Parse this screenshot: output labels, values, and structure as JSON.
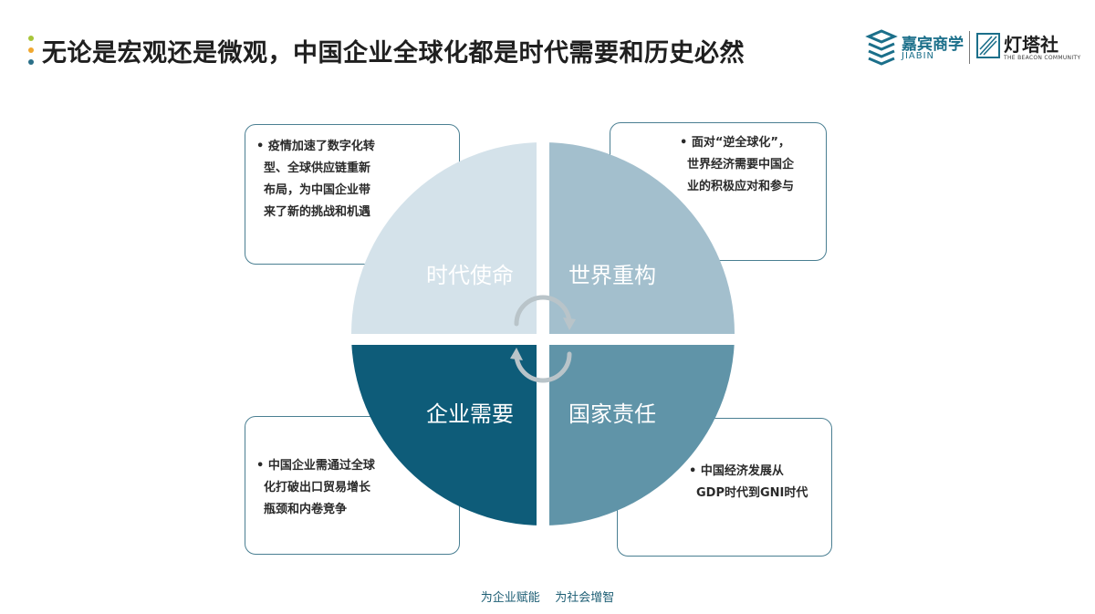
{
  "header": {
    "title": "无论是宏观还是微观，中国企业全球化都是时代需要和历史必然",
    "logo_jiabin_cn": "嘉宾商学",
    "logo_jiabin_en": "JIABIN",
    "logo_beacon_cn": "灯塔社",
    "logo_beacon_en": "THE BEACON COMMUNITY"
  },
  "quadrants": [
    {
      "label": "时代使命",
      "color": "#d4e2ea",
      "text_color": "#ffffff"
    },
    {
      "label": "世界重构",
      "color": "#a3bfcd",
      "text_color": "#ffffff"
    },
    {
      "label": "企业需要",
      "color": "#0e5c79",
      "text_color": "#ffffff"
    },
    {
      "label": "国家责任",
      "color": "#6094a8",
      "text_color": "#ffffff"
    }
  ],
  "callouts": {
    "top_left": [
      "• 疫情加速了数字化转",
      "型、全球供应链重新",
      "布局，为中国企业带",
      "来了新的挑战和机遇"
    ],
    "top_right": [
      "• 面对“逆全球化”，",
      "世界经济需要中国企",
      "业的积极应对和参与"
    ],
    "bottom_left": [
      "• 中国企业需通过全球",
      "化打破出口贸易增长",
      "瓶颈和内卷竞争"
    ],
    "bottom_right": [
      "• 中国经济发展从",
      "GDP时代到GNI时代"
    ]
  },
  "border_color": "#4a7f92",
  "footer": "为企业赋能    为社会增智"
}
